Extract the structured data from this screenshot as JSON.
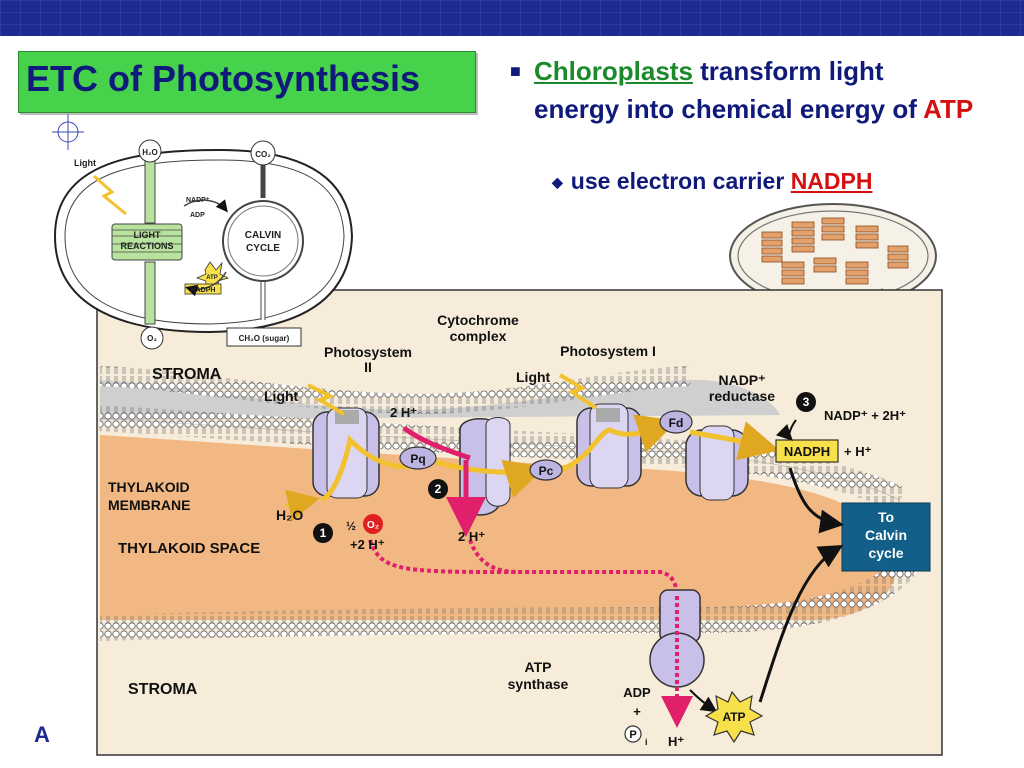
{
  "slide": {
    "title": "ETC of Photosynthesis",
    "bullet1": {
      "word1": "Chloroplasts",
      "text1": " transform light energy into chemical energy of ",
      "word2": "ATP"
    },
    "bullet2": {
      "text": "use electron carrier ",
      "word": "NADPH"
    },
    "footer_fragment": "A"
  },
  "overview": {
    "light": "Light",
    "h2o": "H₂O",
    "co2": "CO₂",
    "nadp": "NADP⁺",
    "adp": "ADP",
    "light_reactions_1": "LIGHT",
    "light_reactions_2": "REACTIONS",
    "calvin_1": "CALVIN",
    "calvin_2": "CYCLE",
    "atp": "ATP",
    "nadph": "NADPH",
    "o2": "O₂",
    "sugar": "CH₂O (sugar)"
  },
  "main": {
    "stroma_top": "STROMA",
    "stroma_bottom": "STROMA",
    "thylakoid_membrane_1": "THYLAKOID",
    "thylakoid_membrane_2": "MEMBRANE",
    "thylakoid_space": "THYLAKOID SPACE",
    "photosystem2_1": "Photosystem",
    "photosystem2_2": "II",
    "photosystem1": "Photosystem I",
    "cytochrome_1": "Cytochrome",
    "cytochrome_2": "complex",
    "light_left": "Light",
    "light_right": "Light",
    "two_h_top": "2 H⁺",
    "pq": "Pq",
    "pc": "Pc",
    "fd": "Fd",
    "nadp_reductase_1": "NADP⁺",
    "nadp_reductase_2": "reductase",
    "nadp_plus": "NADP⁺ + 2H⁺",
    "nadph_box": "NADPH",
    "h_plus_right": "+ H⁺",
    "to_calvin_1": "To",
    "to_calvin_2": "Calvin",
    "to_calvin_3": "cycle",
    "h2o": "H₂O",
    "half": "½",
    "o2": "O₂",
    "two_h_left": "+2 H⁺",
    "two_h_mid": "2 H⁺",
    "step1": "1",
    "step2": "2",
    "step3": "3",
    "atp_synthase_1": "ATP",
    "atp_synthase_2": "synthase",
    "adp": "ADP",
    "plus": "+",
    "pi": "P",
    "pi_sub": "i",
    "h_plus_bottom": "H⁺",
    "atp_star": "ATP"
  },
  "colors": {
    "header": "#1c2a92",
    "title_box": "#46d24b",
    "text_navy": "#101a7a",
    "accent_red": "#d41010",
    "accent_green": "#1a8a2a",
    "proton": "#e0206a",
    "electron": "#f2c12e",
    "protein": "#c8c0e8",
    "calvin_box": "#12608a"
  }
}
